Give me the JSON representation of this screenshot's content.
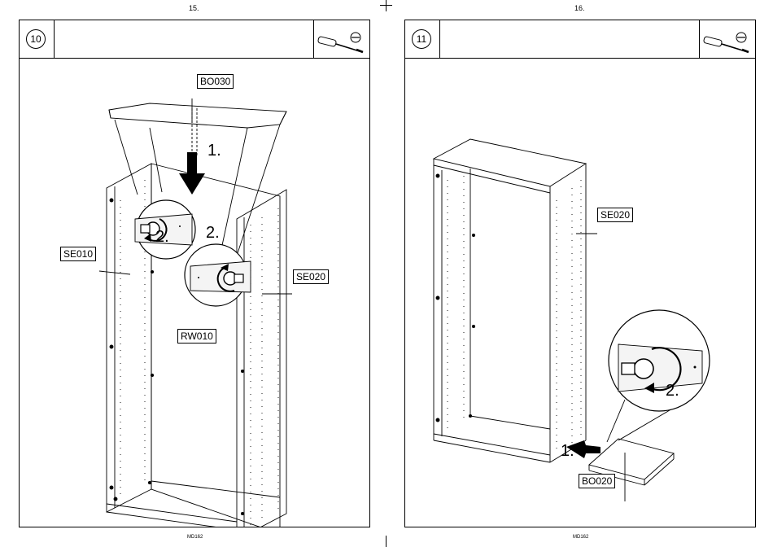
{
  "page_left": {
    "number": "15.",
    "footer": "MD162",
    "step": "10",
    "labels": {
      "top": "BO030",
      "left_side": "SE010",
      "right_side": "SE020",
      "back": "RW010"
    },
    "markers": {
      "arrow": "1.",
      "rotate_left": "2.",
      "rotate_right": "2."
    }
  },
  "page_right": {
    "number": "16.",
    "footer": "MD162",
    "step": "11",
    "labels": {
      "right_side": "SE020",
      "bottom": "BO020"
    },
    "markers": {
      "arrow": "1.",
      "rotate": "2."
    }
  },
  "icons": [
    "screwdriver-icon",
    "slotted-screw-icon",
    "cam-lock-icon",
    "rotate-arrow-icon",
    "push-arrow-icon"
  ]
}
